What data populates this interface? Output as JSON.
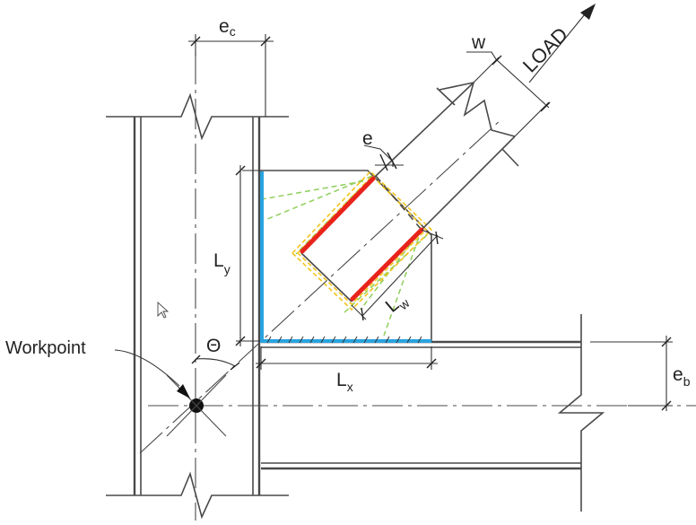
{
  "labels": {
    "ec": {
      "main": "e",
      "sub": "c"
    },
    "w": "w",
    "load": "LOAD",
    "e": "e",
    "ly": {
      "main": "L",
      "sub": "y"
    },
    "lw": {
      "main": "L",
      "sub": "w"
    },
    "lx": {
      "main": "L",
      "sub": "x"
    },
    "eb": {
      "main": "e",
      "sub": "b"
    },
    "theta": "Θ",
    "workpoint": "Workpoint"
  },
  "colors": {
    "interface_blue": "#29a3e0",
    "weld_red": "#e8231c",
    "weld_yellow": "#f2c41c",
    "whitmore_green": "#8fcf5a",
    "linework": "#4a4a4a"
  }
}
